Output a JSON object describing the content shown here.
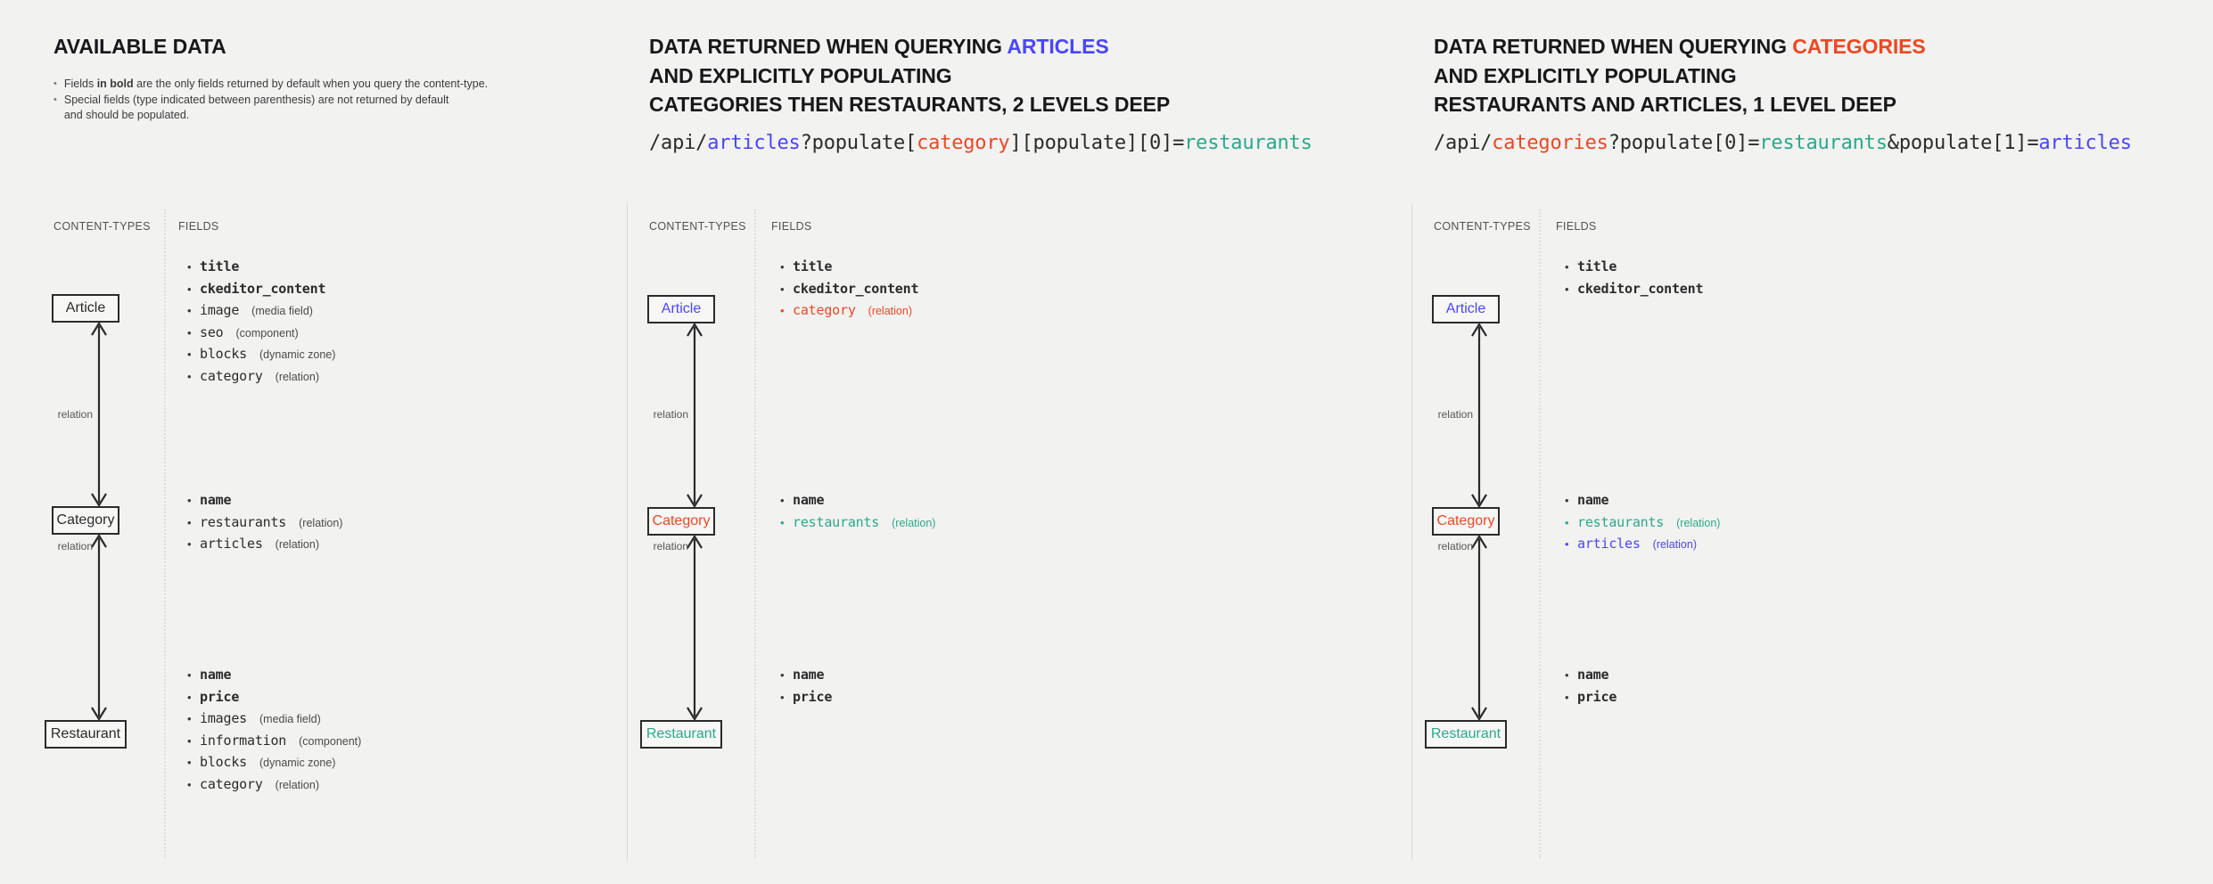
{
  "panels": [
    {
      "id": "available-data",
      "heading": {
        "text": "AVAILABLE DATA",
        "plain": true
      },
      "notes": [
        {
          "pre": "Fields ",
          "bold": "in bold",
          "post": " are the only fields returned by default when you query the content-type."
        },
        {
          "pre": "Special fields (type indicated between parenthesis) are not returned by default",
          "bold": "",
          "post": ""
        },
        {
          "pre": "and should be populated.",
          "bold": "",
          "post": "",
          "continuation": true
        }
      ],
      "query": null,
      "columns": {
        "content_types": "CONTENT-TYPES",
        "fields": "FIELDS"
      },
      "nodes": [
        {
          "label": "Article",
          "color": "default"
        },
        {
          "label": "Category",
          "color": "default"
        },
        {
          "label": "Restaurant",
          "color": "default"
        }
      ],
      "relations": [
        {
          "label": "relation"
        },
        {
          "label": "relation"
        }
      ],
      "field_groups": [
        {
          "owner": "Article",
          "fields": [
            {
              "name": "title",
              "type": "",
              "bold": true,
              "color": "default"
            },
            {
              "name": "ckeditor_content",
              "type": "",
              "bold": true,
              "color": "default"
            },
            {
              "name": "image",
              "type": "(media field)",
              "bold": false,
              "color": "default"
            },
            {
              "name": "seo",
              "type": "(component)",
              "bold": false,
              "color": "default"
            },
            {
              "name": "blocks",
              "type": "(dynamic zone)",
              "bold": false,
              "color": "default"
            },
            {
              "name": "category",
              "type": "(relation)",
              "bold": false,
              "color": "default"
            }
          ]
        },
        {
          "owner": "Category",
          "fields": [
            {
              "name": "name",
              "type": "",
              "bold": true,
              "color": "default"
            },
            {
              "name": "restaurants",
              "type": "(relation)",
              "bold": false,
              "color": "default"
            },
            {
              "name": "articles",
              "type": "(relation)",
              "bold": false,
              "color": "default"
            }
          ]
        },
        {
          "owner": "Restaurant",
          "fields": [
            {
              "name": "name",
              "type": "",
              "bold": true,
              "color": "default"
            },
            {
              "name": "price",
              "type": "",
              "bold": true,
              "color": "default"
            },
            {
              "name": "images",
              "type": "(media field)",
              "bold": false,
              "color": "default"
            },
            {
              "name": "information",
              "type": "(component)",
              "bold": false,
              "color": "default"
            },
            {
              "name": "blocks",
              "type": "(dynamic zone)",
              "bold": false,
              "color": "default"
            },
            {
              "name": "category",
              "type": "(relation)",
              "bold": false,
              "color": "default"
            }
          ]
        }
      ]
    },
    {
      "id": "query-articles",
      "heading": {
        "lines": [
          [
            {
              "t": "DATA RETURNED WHEN QUERYING ",
              "c": "default"
            },
            {
              "t": "ARTICLES",
              "c": "blue"
            }
          ],
          [
            {
              "t": "AND EXPLICITLY POPULATING",
              "c": "default"
            }
          ],
          [
            {
              "t": "CATEGORIES THEN RESTAURANTS, 2 LEVELS DEEP",
              "c": "default"
            }
          ]
        ]
      },
      "query": [
        {
          "t": "/api/",
          "c": "default"
        },
        {
          "t": "articles",
          "c": "blue"
        },
        {
          "t": "?populate[",
          "c": "default"
        },
        {
          "t": "category",
          "c": "red"
        },
        {
          "t": "][populate][0]=",
          "c": "default"
        },
        {
          "t": "restaurants",
          "c": "green"
        }
      ],
      "columns": {
        "content_types": "CONTENT-TYPES",
        "fields": "FIELDS"
      },
      "nodes": [
        {
          "label": "Article",
          "color": "blue"
        },
        {
          "label": "Category",
          "color": "red"
        },
        {
          "label": "Restaurant",
          "color": "green"
        }
      ],
      "relations": [
        {
          "label": "relation"
        },
        {
          "label": "relation"
        }
      ],
      "field_groups": [
        {
          "owner": "Article",
          "fields": [
            {
              "name": "title",
              "type": "",
              "bold": true,
              "color": "default"
            },
            {
              "name": "ckeditor_content",
              "type": "",
              "bold": true,
              "color": "default"
            },
            {
              "name": "category",
              "type": "(relation)",
              "bold": false,
              "color": "red"
            }
          ]
        },
        {
          "owner": "Category",
          "fields": [
            {
              "name": "name",
              "type": "",
              "bold": true,
              "color": "default"
            },
            {
              "name": "restaurants",
              "type": "(relation)",
              "bold": false,
              "color": "green"
            }
          ]
        },
        {
          "owner": "Restaurant",
          "fields": [
            {
              "name": "name",
              "type": "",
              "bold": true,
              "color": "default"
            },
            {
              "name": "price",
              "type": "",
              "bold": true,
              "color": "default"
            }
          ]
        }
      ]
    },
    {
      "id": "query-categories",
      "heading": {
        "lines": [
          [
            {
              "t": "DATA RETURNED WHEN QUERYING ",
              "c": "default"
            },
            {
              "t": "CATEGORIES",
              "c": "red"
            }
          ],
          [
            {
              "t": "AND EXPLICITLY POPULATING",
              "c": "default"
            }
          ],
          [
            {
              "t": "RESTAURANTS AND ARTICLES, 1 LEVEL DEEP",
              "c": "default"
            }
          ]
        ]
      },
      "query": [
        {
          "t": "/api/",
          "c": "default"
        },
        {
          "t": "categories",
          "c": "red"
        },
        {
          "t": "?populate[0]=",
          "c": "default"
        },
        {
          "t": "restaurants",
          "c": "green"
        },
        {
          "t": "&populate[1]=",
          "c": "default"
        },
        {
          "t": "articles",
          "c": "blue"
        }
      ],
      "columns": {
        "content_types": "CONTENT-TYPES",
        "fields": "FIELDS"
      },
      "nodes": [
        {
          "label": "Article",
          "color": "blue"
        },
        {
          "label": "Category",
          "color": "red"
        },
        {
          "label": "Restaurant",
          "color": "green"
        }
      ],
      "relations": [
        {
          "label": "relation"
        },
        {
          "label": "relation"
        }
      ],
      "field_groups": [
        {
          "owner": "Article",
          "fields": [
            {
              "name": "title",
              "type": "",
              "bold": true,
              "color": "default"
            },
            {
              "name": "ckeditor_content",
              "type": "",
              "bold": true,
              "color": "default"
            }
          ]
        },
        {
          "owner": "Category",
          "fields": [
            {
              "name": "name",
              "type": "",
              "bold": true,
              "color": "default"
            },
            {
              "name": "restaurants",
              "type": "(relation)",
              "bold": false,
              "color": "green"
            },
            {
              "name": "articles",
              "type": "(relation)",
              "bold": false,
              "color": "blue"
            }
          ]
        },
        {
          "owner": "Restaurant",
          "fields": [
            {
              "name": "name",
              "type": "",
              "bold": true,
              "color": "default"
            },
            {
              "name": "price",
              "type": "",
              "bold": true,
              "color": "default"
            }
          ]
        }
      ]
    }
  ],
  "colors": {
    "background": "#f2f2f1",
    "ink": "#2b2b2b",
    "blue": "#4945ff",
    "red": "#ee4722",
    "green": "#2aa98b",
    "divider": "#dedede"
  }
}
